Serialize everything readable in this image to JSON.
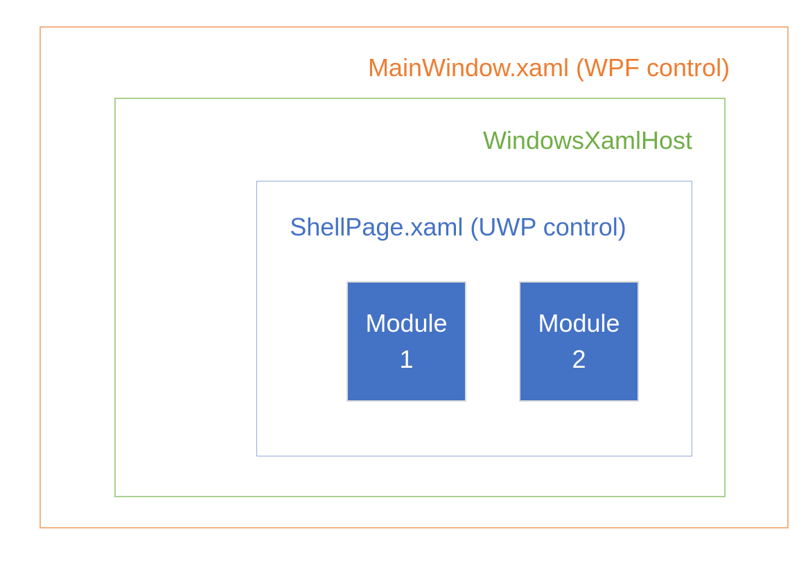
{
  "diagram": {
    "wpf_window": {
      "label": "MainWindow.xaml (WPF control)",
      "text_color": "#ED7D31",
      "border_color": "#F4B183"
    },
    "xaml_host": {
      "label": "WindowsXamlHost",
      "text_color": "#70AD47",
      "border_color": "#A9D18E"
    },
    "shell_page": {
      "label": "ShellPage.xaml (UWP control)",
      "text_color": "#4472C4",
      "border_color": "#8FAADC"
    },
    "modules": [
      {
        "label": "Module 1",
        "lines": [
          "Module",
          "1"
        ],
        "fill_color": "#4472C4",
        "border_color": "#DBDBDB",
        "text_color": "#FFFFFF"
      },
      {
        "label": "Module 2",
        "lines": [
          "Module",
          "2"
        ],
        "fill_color": "#4472C4",
        "border_color": "#DBDBDB",
        "text_color": "#FFFFFF"
      }
    ],
    "background_color": "#FFFFFF"
  }
}
